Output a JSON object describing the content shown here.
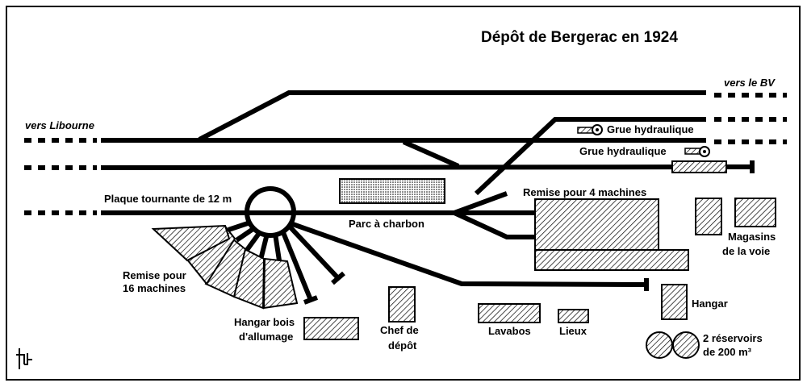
{
  "title": "Dépôt de Bergerac en 1924",
  "directions": {
    "libourne": "vers Libourne",
    "bv": "vers le BV"
  },
  "labels": {
    "plaque": "Plaque tournante de 12 m",
    "parc_charbon": "Parc à charbon",
    "remise4": "Remise pour 4 machines",
    "grue1": "Grue hydraulique",
    "grue2": "Grue hydraulique",
    "remise16_l1": "Remise pour",
    "remise16_l2": "16 machines",
    "hangar_bois_l1": "Hangar bois",
    "hangar_bois_l2": "d'allumage",
    "chef_l1": "Chef de",
    "chef_l2": "dépôt",
    "lavabos": "Lavabos",
    "lieux": "Lieux",
    "hangar": "Hangar",
    "reservoirs_l1": "2 réservoirs",
    "reservoirs_l2": "de 200 m³",
    "magasins_l1": "Magasins",
    "magasins_l2": "de la voie"
  },
  "colors": {
    "ink": "#000000",
    "background": "#ffffff",
    "hatch_fill": "#ffffff"
  }
}
